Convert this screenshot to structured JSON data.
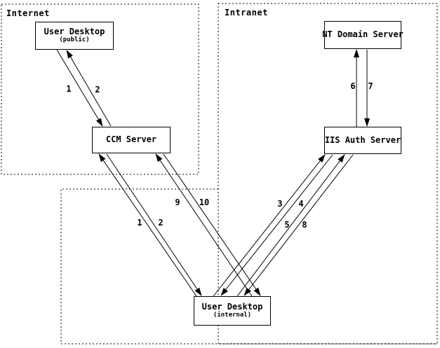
{
  "diagram": {
    "zones": {
      "internet": {
        "label": "Internet"
      },
      "intranet": {
        "label": "Intranet"
      }
    },
    "nodes": {
      "user_desktop_public": {
        "title": "User Desktop",
        "subtitle": "(public)"
      },
      "ccm_server": {
        "title": "CCM Server"
      },
      "nt_domain_server": {
        "title": "NT Domain Server"
      },
      "iis_auth_server": {
        "title": "IIS Auth Server"
      },
      "user_desktop_internal": {
        "title": "User Desktop",
        "subtitle": "(internal)"
      }
    },
    "step_labels": {
      "public_ccm_1": "1",
      "public_ccm_2": "2",
      "internal_ccm_1": "1",
      "internal_ccm_2": "2",
      "internal_iis_3": "3",
      "internal_iis_4": "4",
      "internal_iis_5": "5",
      "nt_iis_6": "6",
      "nt_iis_7": "7",
      "internal_iis_8": "8",
      "internal_ccm_9": "9",
      "internal_ccm_10": "10"
    },
    "colors": {
      "line": "#000000",
      "background": "#ffffff"
    }
  }
}
